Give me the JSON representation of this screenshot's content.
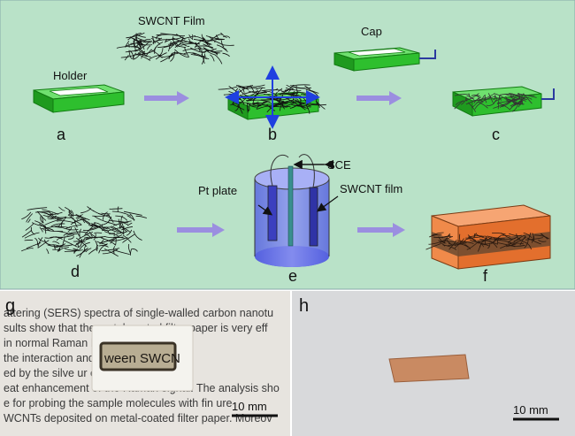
{
  "top_panel": {
    "background": "#b9e2c8",
    "labels": {
      "swcnt_film": "SWCNT Film",
      "cap": "Cap",
      "holder": "Holder",
      "pt_plate": "Pt plate",
      "sce": "SCE",
      "swcnt_film_lower": "SWCNT film"
    },
    "panel_letters": {
      "a": "a",
      "b": "b",
      "c": "c",
      "d": "d",
      "e": "e",
      "f": "f"
    },
    "colors": {
      "holder_green": "#2ebf2e",
      "arrow_purple": "#9b8ee0",
      "electrode_blue": "#6d78e6",
      "block_orange": "#f08a4a",
      "cnt_black": "#111111",
      "handle_blue": "#2b3aa0",
      "stretch_arrow_blue": "#1f3fe0"
    }
  },
  "photo_g": {
    "letter": "g",
    "window_text": "ween SWCN",
    "scale_bar": "10 mm",
    "background_text_lines": [
      "attering (SERS) spectra of single-walled carbon nanotu",
      "sults show that the metal-coated filter paper is very eff",
      "in normal Raman            been generally enha",
      "the interaction           and silver/gold nan",
      "ed by the silve           ur case, it is difficu",
      "eat enhancement of the Raman signal. The analysis sho",
      "e for probing the sample molecules with fin          ure",
      "WCNTs deposited on metal-coated filter paper. Moreov"
    ]
  },
  "photo_h": {
    "letter": "h",
    "scale_bar": "10 mm",
    "sample_color": "#c98a62"
  }
}
